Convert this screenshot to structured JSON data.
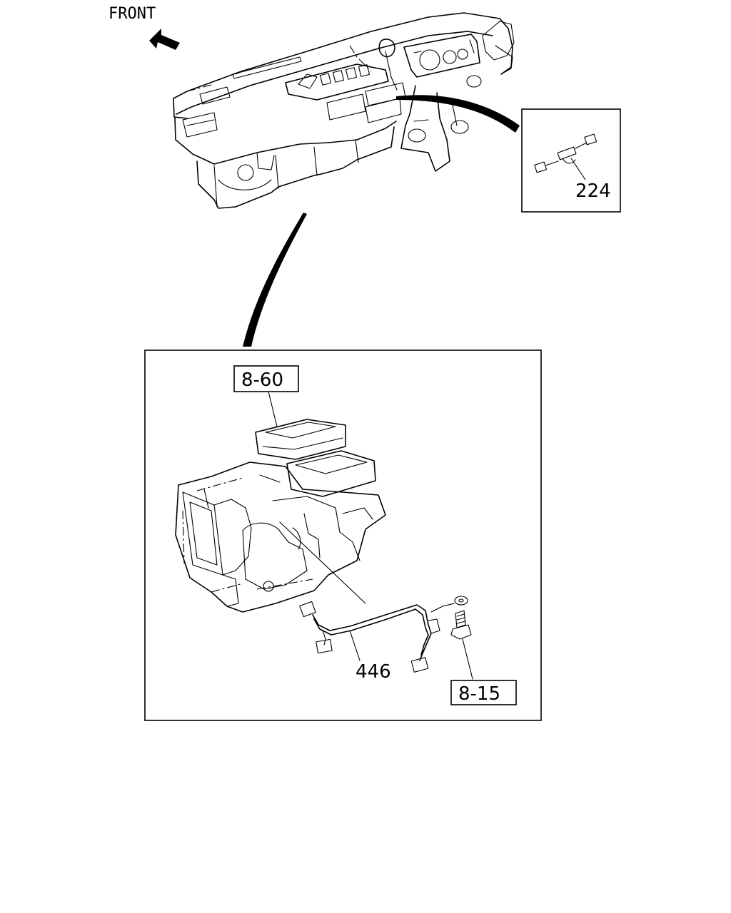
{
  "orientation": {
    "label": "FRONT"
  },
  "callouts": {
    "detail_a_part": "224",
    "box_ref_top": "8-60",
    "harness_part": "446",
    "box_ref_bottom": "8-15"
  },
  "colors": {
    "ink": "#000000",
    "background": "#ffffff"
  }
}
